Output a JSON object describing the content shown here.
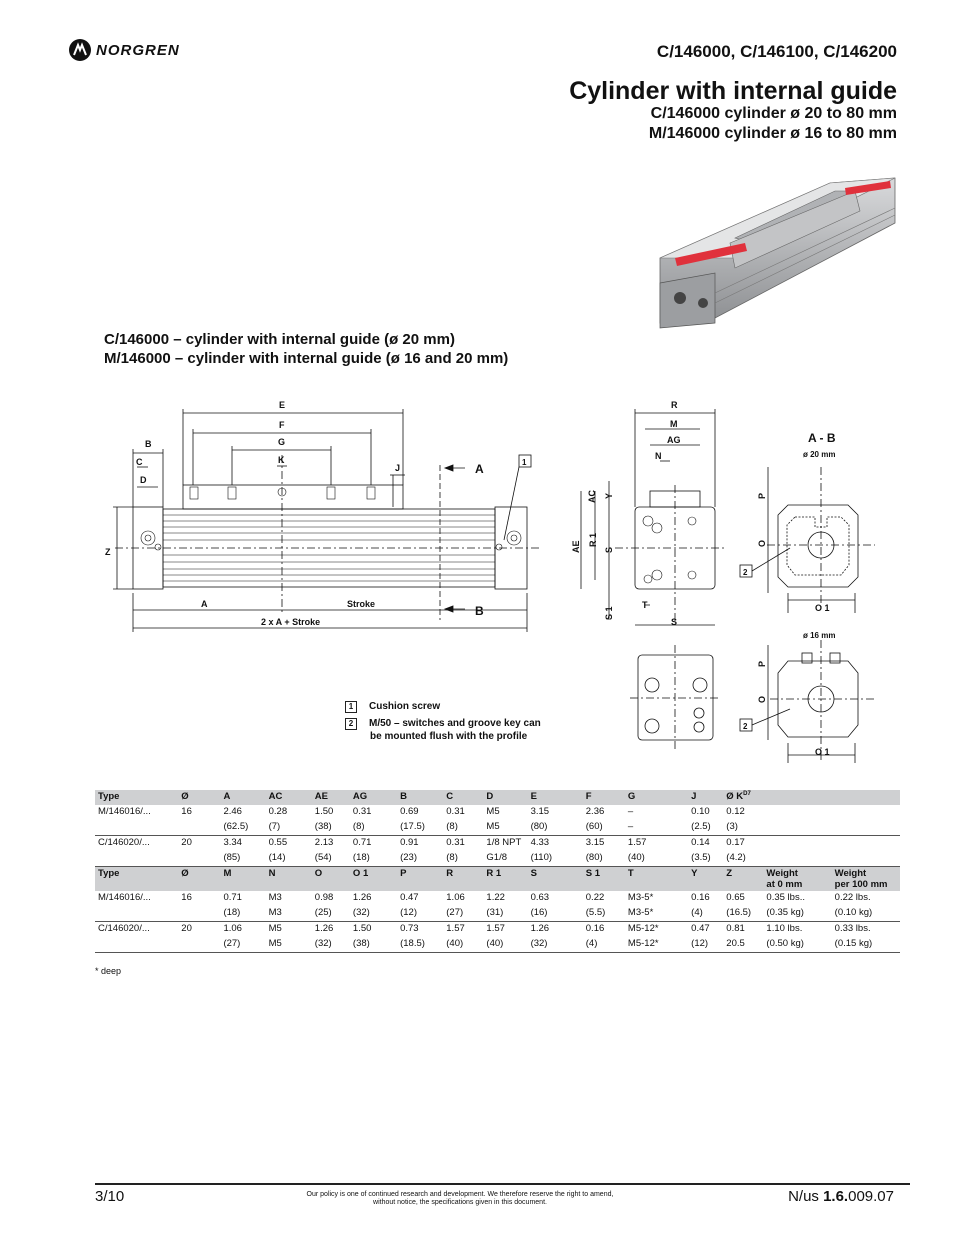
{
  "header": {
    "brand": "NORGREN",
    "product_codes": "C/146000, C/146100, C/146200",
    "title": "Cylinder with internal guide",
    "subtitle_1": "C/146000 cylinder ø 20 to 80 mm",
    "subtitle_2": "M/146000 cylinder ø 16 to 80 mm"
  },
  "drawing": {
    "title_1": "C/146000 – cylinder with internal guide (ø 20 mm)",
    "title_2": "M/146000 – cylinder with internal guide (ø 16 and 20 mm)",
    "dim_labels": {
      "E": "E",
      "F": "F",
      "G": "G",
      "K": "K",
      "B": "B",
      "C": "C",
      "D": "D",
      "J": "J",
      "Z": "Z",
      "A": "A",
      "stroke": "Stroke",
      "total": "2 x A + Stroke",
      "section_A": "A",
      "section_B": "B",
      "R": "R",
      "M": "M",
      "AG": "AG",
      "N": "N",
      "AC": "AC",
      "Y": "Y",
      "AE": "AE",
      "R1": "R 1",
      "S": "S",
      "S1": "S 1",
      "T": "T",
      "AB_title": "A - B",
      "d20": "ø 20 mm",
      "d16": "ø 16 mm",
      "P": "P",
      "O": "O",
      "O1": "O 1",
      "n1": "1",
      "n2": "2"
    },
    "legend": [
      {
        "num": "1",
        "text": "Cushion screw"
      },
      {
        "num": "2",
        "text": "M/50 – switches and groove key can",
        "text2": "be mounted  flush with the profile"
      }
    ]
  },
  "table": {
    "header1": [
      "Type",
      "Ø",
      "A",
      "AC",
      "AE",
      "AG",
      "B",
      "C",
      "D",
      "E",
      "F",
      "G",
      "J",
      "Ø K"
    ],
    "k_sup": "D7",
    "rows1": [
      [
        "M/146016/...",
        "16",
        "2.46",
        "0.28",
        "1.50",
        "0.31",
        "0.69",
        "0.31",
        "M5",
        "3.15",
        "2.36",
        "–",
        "0.10",
        "0.12"
      ],
      [
        "",
        "",
        "(62.5)",
        "(7)",
        "(38)",
        "(8)",
        "(17.5)",
        "(8)",
        "M5",
        "(80)",
        "(60)",
        "–",
        "(2.5)",
        "(3)"
      ],
      [
        "C/146020/...",
        "20",
        "3.34",
        "0.55",
        "2.13",
        "0.71",
        "0.91",
        "0.31",
        "1/8 NPT",
        "4.33",
        "3.15",
        "1.57",
        "0.14",
        "0.17"
      ],
      [
        "",
        "",
        "(85)",
        "(14)",
        "(54)",
        "(18)",
        "(23)",
        "(8)",
        "G1/8",
        "(110)",
        "(80)",
        "(40)",
        "(3.5)",
        "(4.2)"
      ]
    ],
    "header2": [
      "Type",
      "Ø",
      "M",
      "N",
      "O",
      "O 1",
      "P",
      "R",
      "R 1",
      "S",
      "S 1",
      "T",
      "Y",
      "Z",
      "Weight",
      "Weight"
    ],
    "header2_sub": [
      "at 0 mm",
      "per 100 mm"
    ],
    "rows2": [
      [
        "M/146016/...",
        "16",
        "0.71",
        "M3",
        "0.98",
        "1.26",
        "0.47",
        "1.06",
        "1.22",
        "0.63",
        "0.22",
        "M3-5*",
        "0.16",
        "0.65",
        "0.35 lbs..",
        "0.22 lbs."
      ],
      [
        "",
        "",
        "(18)",
        "M3",
        "(25)",
        "(32)",
        "(12)",
        "(27)",
        "(31)",
        "(16)",
        "(5.5)",
        "M3-5*",
        "(4)",
        "(16.5)",
        "(0.35 kg)",
        "(0.10 kg)"
      ],
      [
        "C/146020/...",
        "20",
        "1.06",
        "M5",
        "1.26",
        "1.50",
        "0.73",
        "1.57",
        "1.57",
        "1.26",
        "0.16",
        "M5-12*",
        "0.47",
        "0.81",
        "1.10 lbs.",
        "0.33 lbs."
      ],
      [
        "",
        "",
        "(27)",
        "M5",
        "(32)",
        "(38)",
        "(18.5)",
        "(40)",
        "(40)",
        "(32)",
        "(4)",
        "M5-12*",
        "(12)",
        "20.5",
        "(0.50 kg)",
        "(0.15 kg)"
      ]
    ],
    "footnote": "* deep"
  },
  "footer": {
    "page": "3/10",
    "policy_1": "Our policy is one of continued research and development. We therefore reserve the right to amend,",
    "policy_2": "without notice, the specifications given in this document.",
    "doc_prefix": "N/us ",
    "doc_bold": "1.6.",
    "doc_suffix": "009.07"
  }
}
